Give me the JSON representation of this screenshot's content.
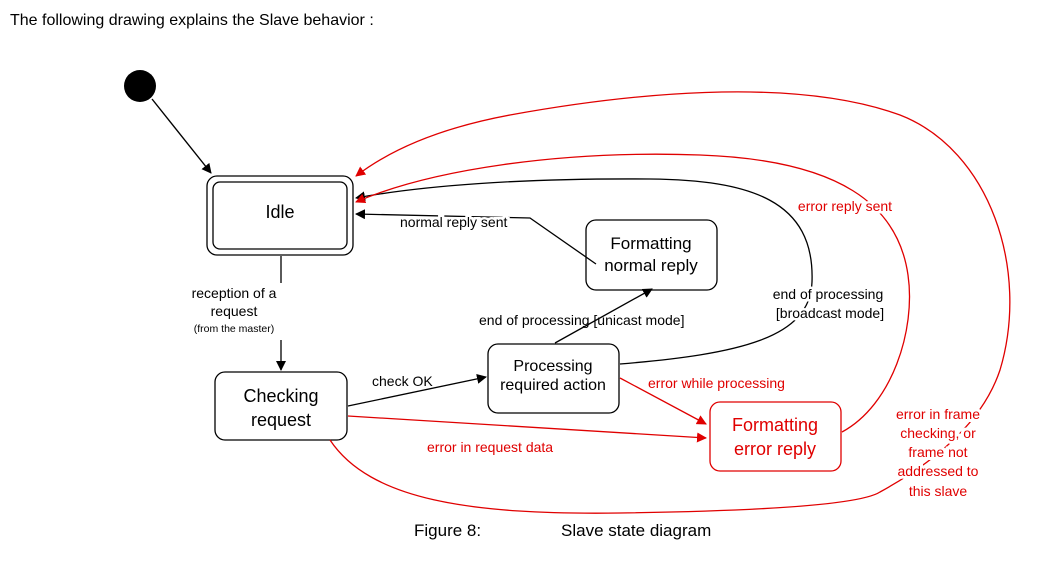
{
  "intro": "The following drawing explains the Slave behavior :",
  "states": {
    "idle": "Idle",
    "checking": [
      "Checking",
      "request"
    ],
    "processing": [
      "Processing",
      "required action"
    ],
    "normal_reply": [
      "Formatting",
      "normal reply"
    ],
    "error_reply": [
      "Formatting",
      "error reply"
    ]
  },
  "transitions": {
    "reception": [
      "reception of a",
      "request"
    ],
    "reception_note": "(from the master)",
    "check_ok": "check OK",
    "normal_reply_sent": "normal reply sent",
    "end_unicast": "end of processing  [unicast mode]",
    "end_broadcast": [
      "end of processing",
      "[broadcast mode]"
    ],
    "error_processing": "error while processing",
    "error_request_data": "error in request data",
    "error_reply_sent": "error reply sent",
    "error_frame": [
      "error in frame",
      "checking, or",
      "frame not",
      "addressed to",
      "this slave"
    ]
  },
  "colors": {
    "black": "#000000",
    "error": "#e00000"
  },
  "caption": {
    "number": "Figure 8:",
    "title": "Slave state diagram"
  }
}
